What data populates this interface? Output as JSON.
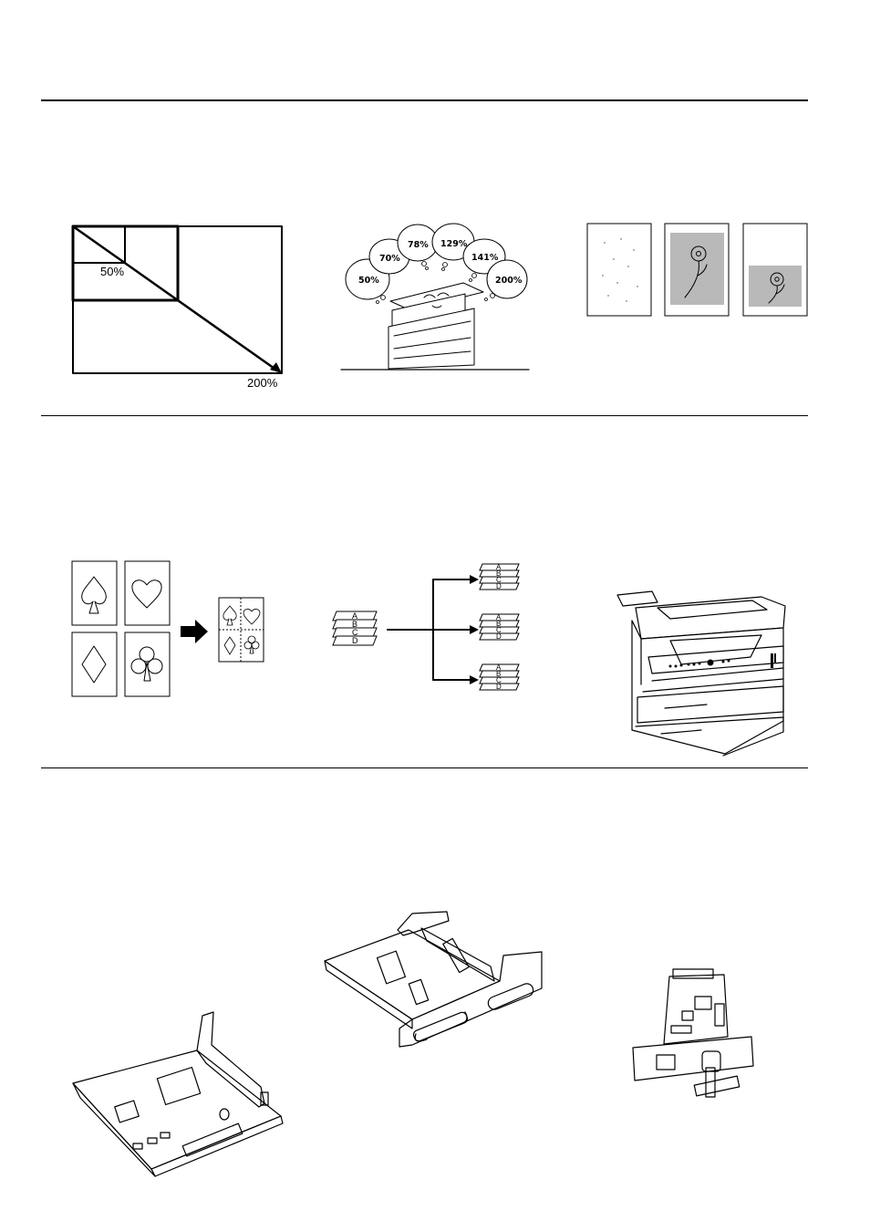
{
  "zoom_diagram": {
    "min_label": "50%",
    "max_label": "200%"
  },
  "preset_zoom": {
    "levels": [
      "50%",
      "70%",
      "78%",
      "129%",
      "141%",
      "200%"
    ]
  },
  "sort_diagram": {
    "input_stack": [
      "A",
      "B",
      "C",
      "D"
    ],
    "output_stacks": [
      [
        "A",
        "B",
        "C",
        "D"
      ],
      [
        "A",
        "B",
        "C",
        "D"
      ],
      [
        "A",
        "B",
        "C",
        "D"
      ]
    ]
  }
}
